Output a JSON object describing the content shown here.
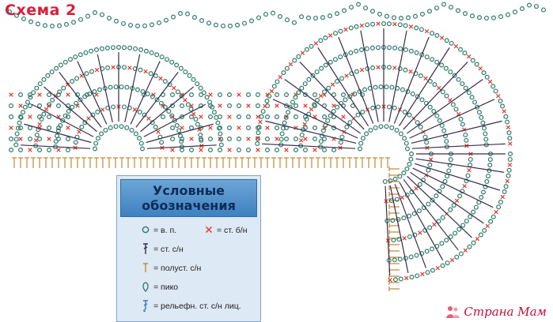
{
  "title": "Схема 2",
  "legend": {
    "heading_line1": "Условные",
    "heading_line2": "обозначения",
    "items": [
      {
        "symbol": "chain-circle",
        "label": "= в. п."
      },
      {
        "symbol": "cross",
        "label": "= ст. б/н"
      },
      {
        "symbol": "double-crochet",
        "label": "= ст. с/н"
      },
      {
        "symbol": "half-double",
        "label": "= полуст. с/н"
      },
      {
        "symbol": "picot",
        "label": "= пико"
      },
      {
        "symbol": "front-post",
        "label": "= рельефн. ст. с/н лиц."
      }
    ]
  },
  "watermark": "Страна Мам",
  "colors": {
    "title": "#d81e3d",
    "chain": "#2f7a6a",
    "cross": "#e03a2a",
    "stitch": "#3b2b4e",
    "base": "#c28a3a",
    "legend_bg": "#dde9f4",
    "legend_head": "#4a8cc7",
    "watermark": "#c0123a"
  }
}
